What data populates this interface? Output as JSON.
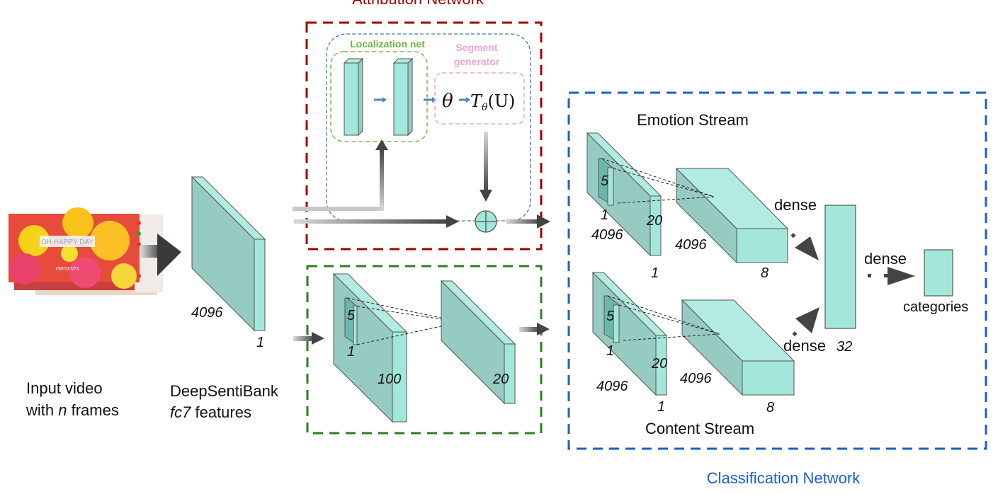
{
  "colors": {
    "attribution_border": "#a00000",
    "attribution_title": "#a00000",
    "classification_border": "#1a5fd0",
    "classification_title": "#1a5fd0",
    "conv_border": "#2e7d1f",
    "localization_border": "#7cbf4f",
    "localization_title": "#6fb344",
    "segment_border": "#f0a7d2",
    "segment_title": "#f3a3d0",
    "inner_blue_border": "#4a7aa8",
    "block_front": "#96cbc2",
    "block_light": "#a3e6da",
    "block_top": "#b2ebe2",
    "block_dark": "#6ab8ac",
    "arrow_dark": "#444444",
    "small_arrow": "#4a86c0"
  },
  "titles": {
    "attribution": "Attribution Network",
    "classification": "Classification Network",
    "localization": "Localization net",
    "segment_line1": "Segment",
    "segment_line2": "generator"
  },
  "math": {
    "theta": "θ",
    "transform": "T",
    "transform_sub": "θ",
    "transform_arg": "(U)",
    "oplus": "⊕"
  },
  "input": {
    "caption_line1": "Input video",
    "caption_line2_pre": "with ",
    "caption_line2_var": "n",
    "caption_line2_post": " frames",
    "image_text1": "OH HAPPY DAY",
    "image_text2": "PRESENTS"
  },
  "features": {
    "dim_height": "4096",
    "dim_depth": "1",
    "caption_line1": "DeepSentiBank",
    "caption_line2_var": "fc7",
    "caption_line2_post": " features"
  },
  "conv_block": {
    "kernel_h": "5",
    "kernel_w": "1",
    "layer1_dim": "100",
    "layer2_dim": "20"
  },
  "emotion_stream": {
    "title": "Emotion Stream",
    "kernel_h": "5",
    "kernel_w": "1",
    "input_h": "4096",
    "input_d": "20",
    "input_bottom": "1",
    "output_h": "4096",
    "output_d": "8",
    "dense_label": "dense"
  },
  "content_stream": {
    "title": "Content Stream",
    "kernel_h": "5",
    "kernel_w": "1",
    "input_h": "4096",
    "input_d": "20",
    "input_bottom": "1",
    "output_h": "4096",
    "output_d": "8",
    "dense_label": "dense"
  },
  "fusion": {
    "dim": "32",
    "dense_label": "dense",
    "output_label": "categories"
  }
}
